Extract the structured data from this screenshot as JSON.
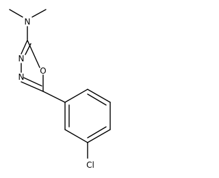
{
  "molecule": {
    "atoms": {
      "dimethylamino_n": "N",
      "ring_n3": "N",
      "ring_n4": "N",
      "ring_o": "O",
      "chlorine": "Cl"
    }
  }
}
